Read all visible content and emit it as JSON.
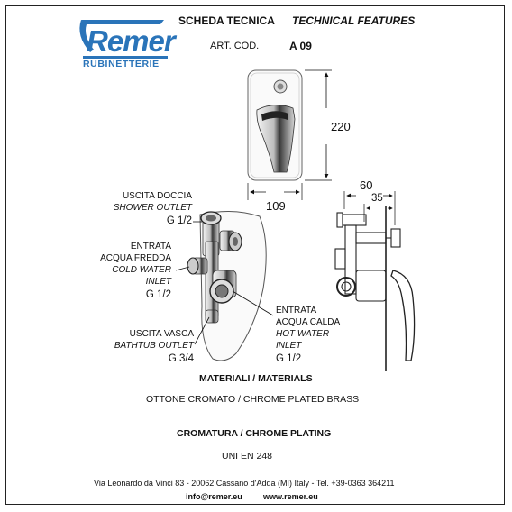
{
  "logo": {
    "word": "Remer",
    "sub": "RUBINETTERIE"
  },
  "header": {
    "title": "SCHEDA TECNICA",
    "title_en": "TECHNICAL FEATURES",
    "art_label": "ART. COD.",
    "art_value": "A 09"
  },
  "dimensions": {
    "height": "220",
    "width": "109",
    "depth": "60",
    "inner": "35"
  },
  "labels": {
    "shower": {
      "it": "USCITA DOCCIA",
      "en": "SHOWER OUTLET",
      "size": "G 1/2"
    },
    "cold": {
      "it1": "ENTRATA",
      "it2": "ACQUA FREDDA",
      "en1": "COLD WATER",
      "en2": "INLET",
      "size": "G 1/2"
    },
    "bath": {
      "it": "USCITA VASCA",
      "en": "BATHTUB OUTLET",
      "size": "G 3/4"
    },
    "hot": {
      "it1": "ENTRATA",
      "it2": "ACQUA CALDA",
      "en1": "HOT WATER",
      "en2": "INLET",
      "size": "G 1/2"
    }
  },
  "materials": {
    "title": "MATERIALI / MATERIALS",
    "text": "OTTONE CROMATO / CHROME PLATED BRASS",
    "plating_title": "CROMATURA / CHROME PLATING",
    "plating_text": "UNI EN 248"
  },
  "footer": {
    "address": "Via Leonardo da Vinci 83 - 20062 Cassano d'Adda (MI) Italy - Tel. +39-0363 364211",
    "email": "info@remer.eu",
    "web": "www.remer.eu"
  },
  "colors": {
    "brand": "#2a74b9"
  }
}
